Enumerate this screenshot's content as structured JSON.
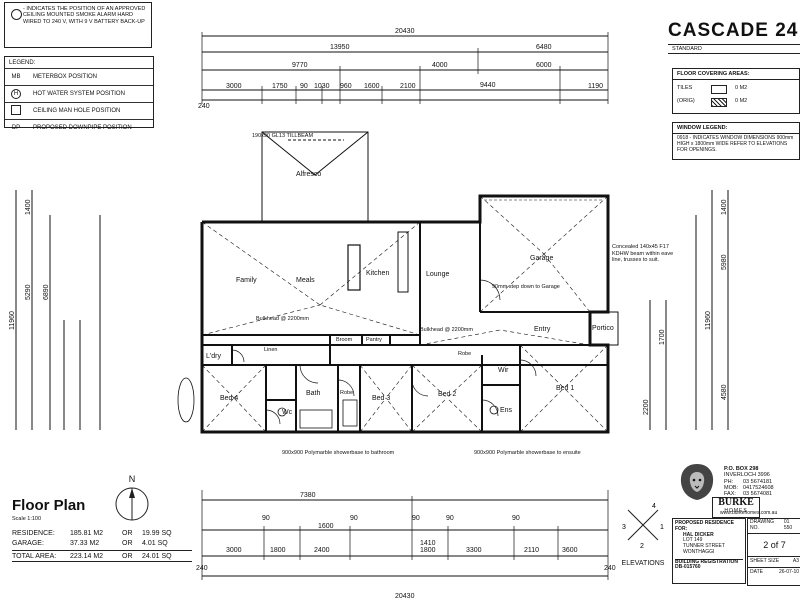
{
  "note": {
    "text": "- INDICATES THE POSITION OF AN APPROVED CEILING MOUNTED SMOKE ALARM HARD WIRED TO 240 V, WITH 9 V BATTERY BACK-UP"
  },
  "legend": {
    "title": "LEGEND:",
    "items": [
      {
        "sym": "MB",
        "text": "METERBOX POSITION"
      },
      {
        "sym": "H",
        "text": "HOT WATER SYSTEM POSITION"
      },
      {
        "sym": "",
        "text": "CEILING MAN HOLE POSITION"
      },
      {
        "sym": "DP",
        "text": "PROPOSED DOWNPIPE POSITION"
      }
    ]
  },
  "title_block": {
    "name": "CASCADE 24",
    "standard": "STANDARD",
    "floor_covering_title": "FLOOR COVERING AREAS:",
    "tiles_label": "TILES",
    "tiles_value": "0 M2",
    "other_label": "(ORIG)",
    "other_value": "0 M2",
    "window_legend_title": "WINDOW LEGEND:",
    "window_legend_text": "0918 - INDICATES WINDOW DIMENSIONS 900mm HIGH x 1800mm WIDE REFER TO ELEVATIONS FOR OPENINGS."
  },
  "company": {
    "po_box": "P.O. BOX 298",
    "town": "INVERLOCH 3996",
    "ph_label": "PH:",
    "ph": "03 5674181",
    "mob_label": "MOB:",
    "mob": "0417524608",
    "fax_label": "FAX:",
    "fax": "03 5674081",
    "brand": "BURKE",
    "brand_sub": "HOMES",
    "web": "www.burkehomes.com.au"
  },
  "client": {
    "heading": "PROPOSED RESIDENCE FOR:",
    "name": "HAL DICKER",
    "lot": "LOT 149",
    "street": "TUNNER STREET",
    "suburb": "WONTHAGGI",
    "reg_heading": "BUILDING REGISTRATION",
    "reg": "DB-015760",
    "drawing_no_label": "DRAWING NO.",
    "drawing_no": "01 550",
    "sheet": "2 of 7",
    "sheet_size_label": "SHEET SIZE",
    "sheet_size": "A3",
    "date_label": "DATE",
    "date": "26-07-10"
  },
  "floor_plan": {
    "title": "Floor Plan",
    "scale": "Scale 1:100",
    "north": "N",
    "areas": [
      {
        "label": "RESIDENCE:",
        "m2": "185.81 M2",
        "or": "OR",
        "sq": "19.99 SQ"
      },
      {
        "label": "GARAGE:",
        "m2": "37.33 M2",
        "or": "OR",
        "sq": "4.01 SQ"
      },
      {
        "label": "TOTAL AREA:",
        "m2": "223.14 M2",
        "or": "OR",
        "sq": "24.01 SQ"
      }
    ]
  },
  "elevations": {
    "label": "ELEVATIONS",
    "nums": [
      "1",
      "2",
      "3",
      "4"
    ]
  },
  "rooms": {
    "alfresco": "Alfresco",
    "family": "Family",
    "meals": "Meals",
    "kitchen": "Kitchen",
    "lounge": "Lounge",
    "garage": "Garage",
    "entry": "Entry",
    "portico": "Portico",
    "ldry": "L'dry",
    "linen": "Linen",
    "broom": "Broom",
    "pantry": "Pantry",
    "bed4": "Bed 4",
    "bath": "Bath",
    "wc": "Wc",
    "robe1": "Robe",
    "bed3": "Bed 3",
    "bed2": "Bed 2",
    "robe2": "Robe",
    "wir": "Wir",
    "ens": "Ens",
    "bed1": "Bed 1"
  },
  "annotations": {
    "tillbeam": "190x90 GL13 TILLBEAM",
    "bulkhead1": "Bulkhead @ 2200mm",
    "bulkhead2": "Bulkhead @ 2200mm",
    "garage_step": "90mm step down to Garage",
    "concealed": "Concealed 140x45 F17 KDHW beam within eave line, trusses to suit.",
    "poly1": "900x900 Polymarble showerbase to bathroom",
    "poly2": "900x900 Polymarble showerbase to ensuite"
  },
  "dims": {
    "top_total": "20430",
    "top_a": "13950",
    "top_b": "6480",
    "top_c": "9770",
    "top_d": "4000",
    "top_e": "6000",
    "top_f": "9440",
    "top_row": [
      "240",
      "3000",
      "1750",
      "90",
      "1030",
      "960",
      "1600",
      "2100",
      "1190"
    ],
    "bot_total": "20430",
    "bot_a": "7380",
    "bot_row": [
      "240",
      "3000",
      "1800",
      "2400",
      "1410",
      "1800",
      "3300",
      "2110",
      "3600",
      "240"
    ],
    "bot_mid": [
      "90",
      "1600",
      "90",
      "90",
      "90",
      "90"
    ],
    "left_total": "11960",
    "left_a": "5290",
    "left_b": "6890",
    "left_c": "1400",
    "right_total": "11960",
    "right_a": "5980",
    "right_b": "1400",
    "right_c": "4580",
    "right_d": "1700",
    "right_e": "2200"
  }
}
